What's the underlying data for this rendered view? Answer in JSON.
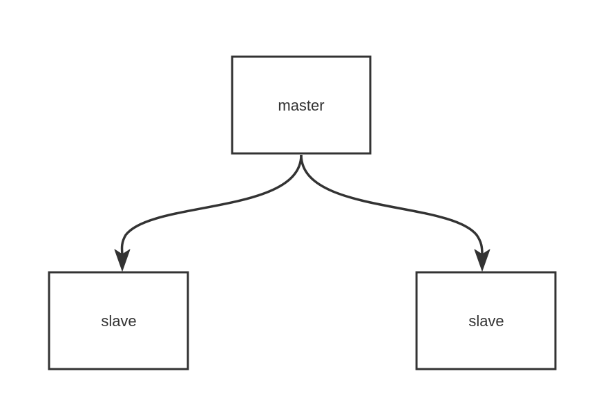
{
  "nodes": {
    "master": {
      "label": "master"
    },
    "slave_left": {
      "label": "slave"
    },
    "slave_right": {
      "label": "slave"
    }
  },
  "edges": [
    {
      "from": "master",
      "to": "slave_left"
    },
    {
      "from": "master",
      "to": "slave_right"
    }
  ],
  "colors": {
    "stroke": "#333333",
    "fill": "#ffffff",
    "text": "#333333"
  }
}
